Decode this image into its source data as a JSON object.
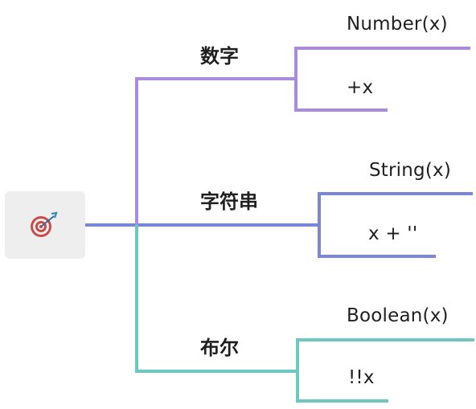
{
  "colors": {
    "numbers_branch": "#a98ddc",
    "string_branch": "#7a86d8",
    "boolean_branch": "#6fc8c0",
    "root_box": "#eeeeee",
    "text": "#1f1f1f"
  },
  "root": {
    "icon": "dartboard-target-icon"
  },
  "branches": [
    {
      "label": "数字",
      "children": [
        {
          "label": "Number(x)"
        },
        {
          "label": "+x"
        }
      ]
    },
    {
      "label": "字符串",
      "children": [
        {
          "label": "String(x)"
        },
        {
          "label": "x + ''"
        }
      ]
    },
    {
      "label": "布尔",
      "children": [
        {
          "label": "Boolean(x)"
        },
        {
          "label": "!!x"
        }
      ]
    }
  ]
}
